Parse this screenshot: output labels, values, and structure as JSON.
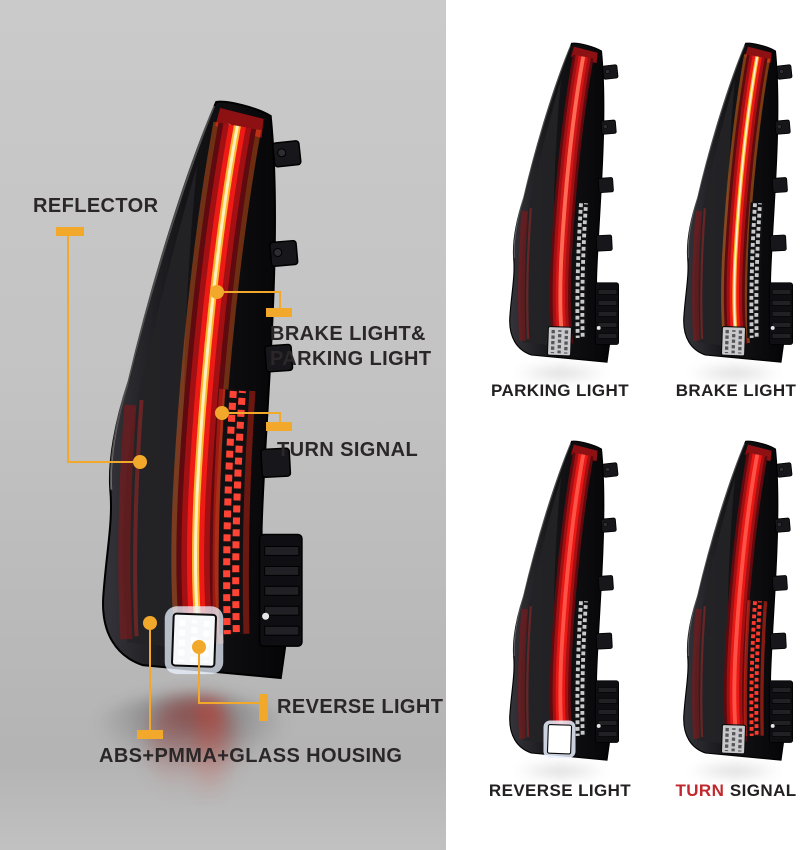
{
  "image_type": "tail-light-product-feature-diagram",
  "left_panel": {
    "background_top": "#C9C9C9",
    "background_bottom": "#B0B0B0",
    "accent_color": "#F2A92B",
    "label_color": "#2B2728",
    "callouts": {
      "reflector": "REFLECTOR",
      "brake_line1": "BRAKE LIGHT&",
      "brake_line2": "PARKING LIGHT",
      "turn": "TURN SIGNAL",
      "reverse": "REVERSE LIGHT",
      "housing": "ABS+PMMA+GLASS HOUSING"
    }
  },
  "right_panel": {
    "background": "#FFFFFF",
    "figures": [
      {
        "caption": "PARKING LIGHT"
      },
      {
        "caption": "BRAKE LIGHT"
      },
      {
        "caption": "REVERSE LIGHT"
      },
      {
        "caption_accent": "TURN",
        "caption_rest": "SIGNAL",
        "accent_color": "#C1272D"
      }
    ]
  },
  "lamp_colors": {
    "housing_black": "#121215",
    "lens_red": "#EE1A15",
    "core_amber": "#FFB62A",
    "matrix_red": "#FF4334",
    "reverse_white": "#F6F8FA"
  }
}
